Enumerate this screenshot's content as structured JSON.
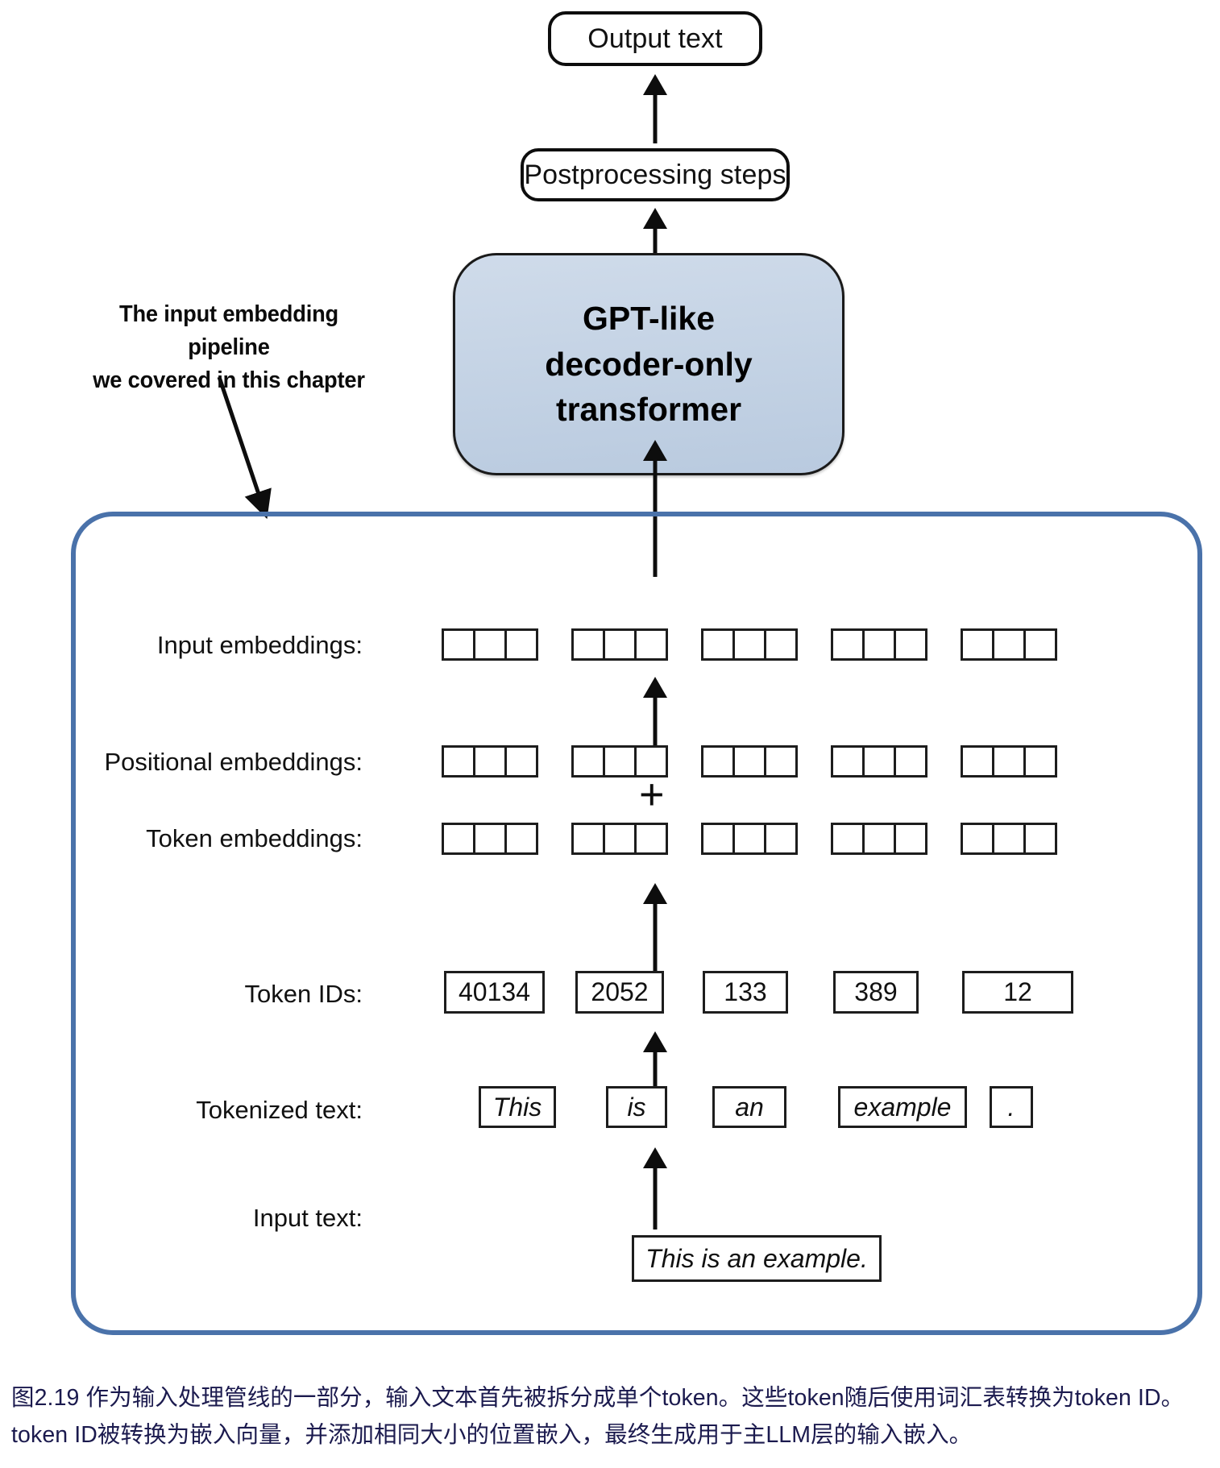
{
  "figure": {
    "id": "figure-2-19",
    "caption": "图2.19 作为输入处理管线的一部分，输入文本首先被拆分成单个token。这些token随后使用词汇表转换为token ID。token ID被转换为嵌入向量，并添加相同大小的位置嵌入，最终生成用于主LLM层的输入嵌入。",
    "caption_color": "#1b1a4e"
  },
  "top_chain": {
    "output_box_label": "Output text",
    "postprocessing_box_label": "Postprocessing steps",
    "transformer_label_line1": "GPT-like",
    "transformer_label_line2": "decoder-only",
    "transformer_label_line3": "transformer",
    "transformer_fill": "#c3d2e4"
  },
  "annotation": {
    "line1": "The input embedding pipeline",
    "line2": "we covered in this chapter"
  },
  "pipeline": {
    "border_color": "#4a72aa",
    "rows": [
      {
        "key": "input_embeddings",
        "label": "Input embeddings:",
        "type": "cells",
        "groups": 5,
        "cells_per_group": 3
      },
      {
        "key": "positional_embeddings",
        "label": "Positional embeddings:",
        "type": "cells",
        "groups": 5,
        "cells_per_group": 3
      },
      {
        "key": "token_embeddings",
        "label": "Token embeddings:",
        "type": "cells",
        "groups": 5,
        "cells_per_group": 3
      },
      {
        "key": "token_ids",
        "label": "Token IDs:",
        "type": "boxes"
      },
      {
        "key": "tokenized_text",
        "label": "Tokenized text:",
        "type": "boxes"
      },
      {
        "key": "input_text",
        "label": "Input text:",
        "type": "boxes"
      }
    ],
    "token_ids": [
      "40134",
      "2052",
      "133",
      "389",
      "12"
    ],
    "tokenized_text": [
      "This",
      "is",
      "an",
      "example",
      "."
    ],
    "input_text": "This is an example.",
    "plus_symbol": "+"
  }
}
